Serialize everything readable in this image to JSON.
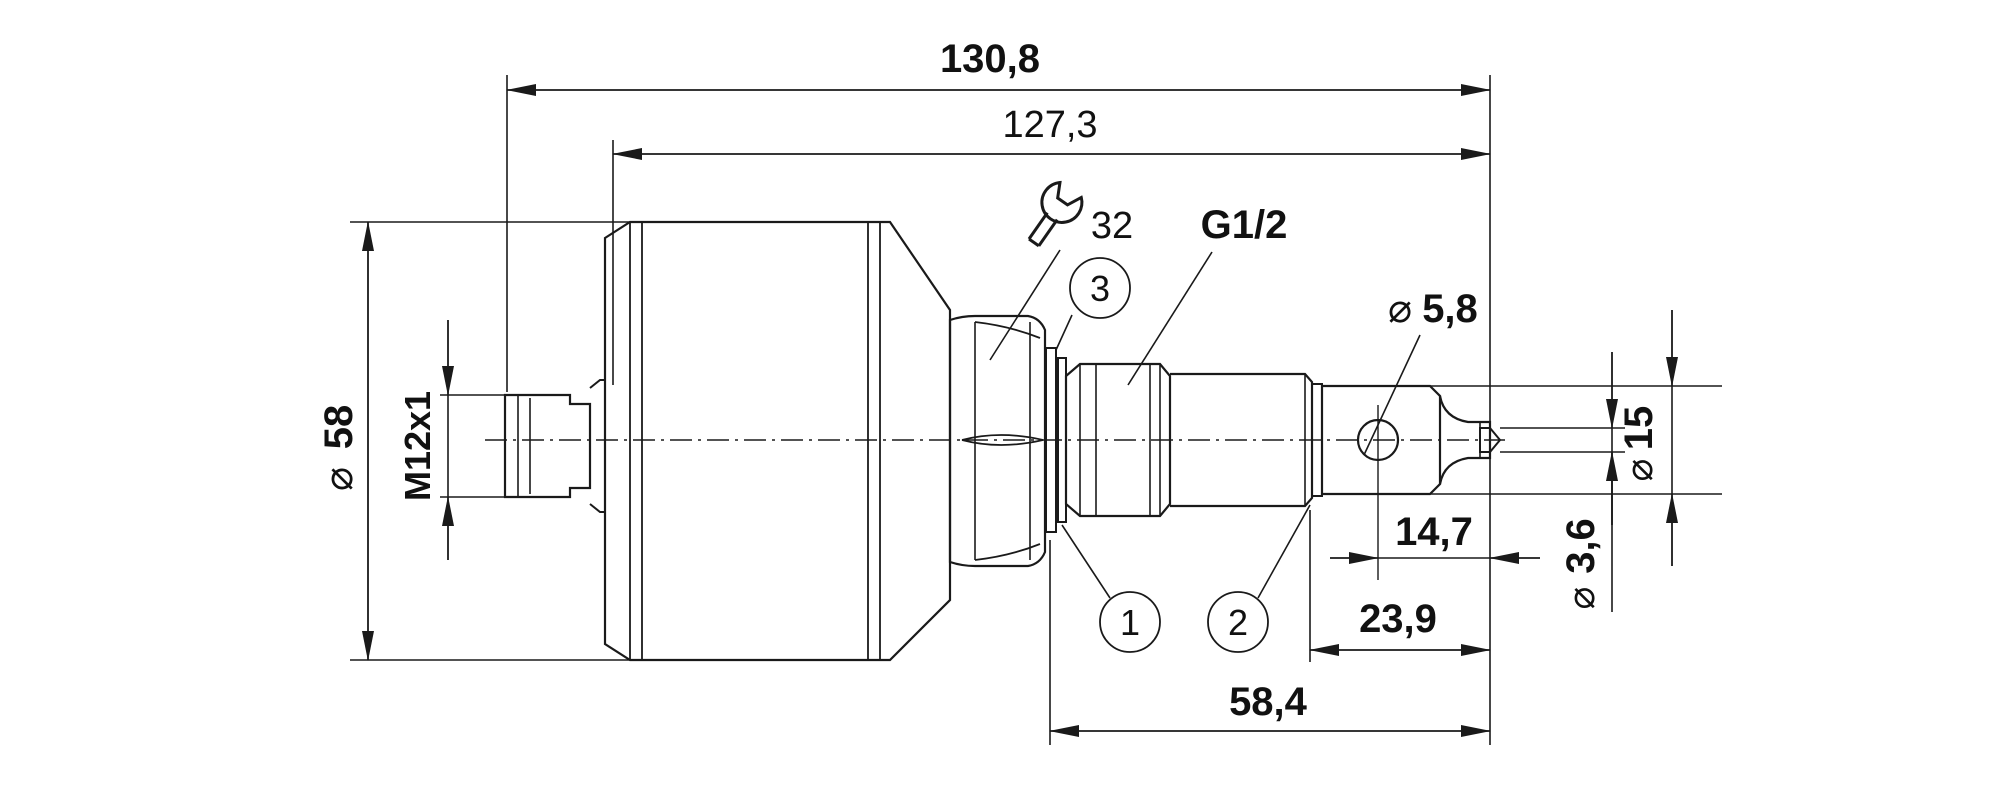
{
  "dimensions": {
    "overall_length": "130,8",
    "body_length": "127,3",
    "diameter_body": "58",
    "connector_thread": "M12x1",
    "wrench_size": "32",
    "process_thread": "G1/2",
    "hole_diameter": "5,8",
    "tip_diameter": "15",
    "pin_diameter": "3,6",
    "hole_offset": "14,7",
    "tip_length": "23,9",
    "probe_length": "58,4"
  },
  "callouts": [
    "1",
    "2",
    "3"
  ],
  "symbols": {
    "diameter": "⌀",
    "wrench": "wrench-icon"
  }
}
